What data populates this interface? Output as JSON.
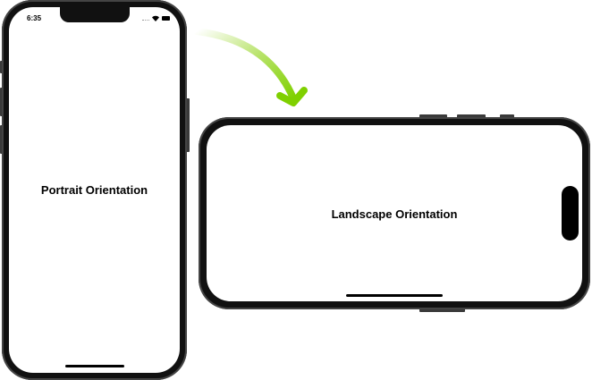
{
  "portrait": {
    "status_time": "6:35",
    "label": "Portrait Orientation",
    "icons": [
      "signal-icon",
      "wifi-icon",
      "battery-icon"
    ]
  },
  "landscape": {
    "label": "Landscape Orientation"
  },
  "arrow": {
    "color_start": "#eaf6d6",
    "color_end": "#7fd000"
  }
}
